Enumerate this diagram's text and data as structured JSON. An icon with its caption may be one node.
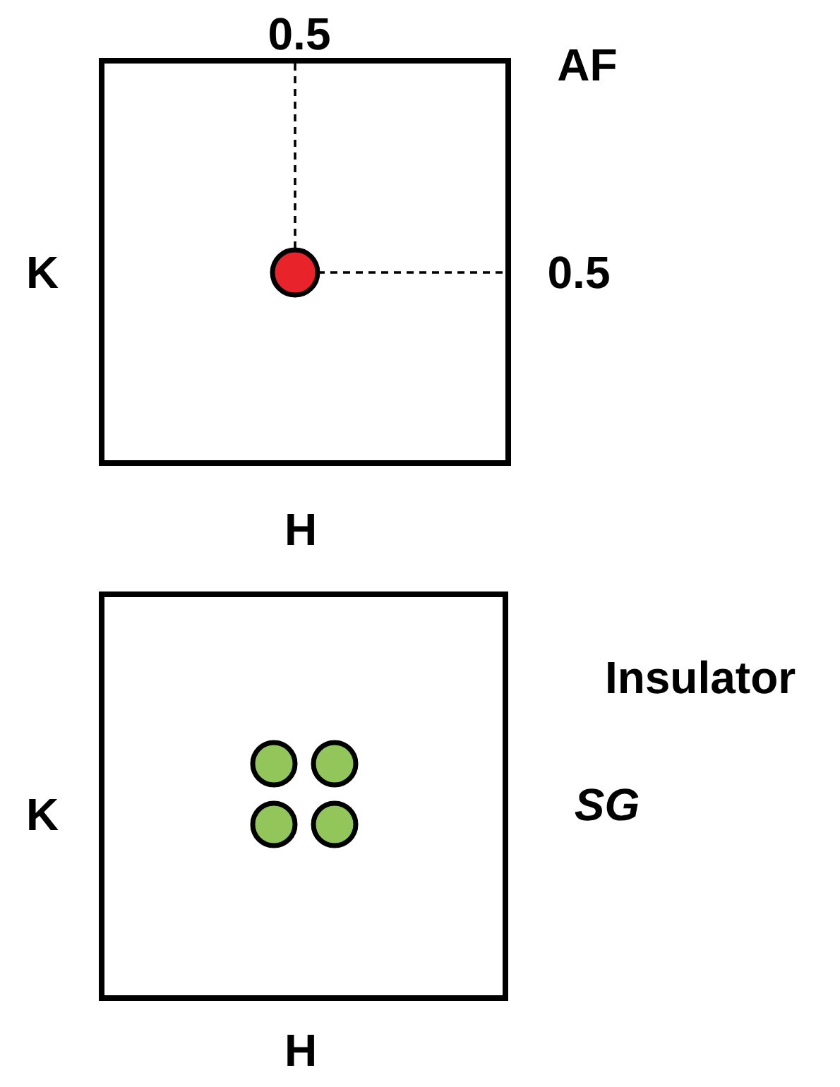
{
  "diagram": {
    "labels": [
      "0.5",
      "AF",
      "K",
      "0.5",
      "H",
      "Insulator",
      "K",
      "SG",
      "H"
    ]
  }
}
